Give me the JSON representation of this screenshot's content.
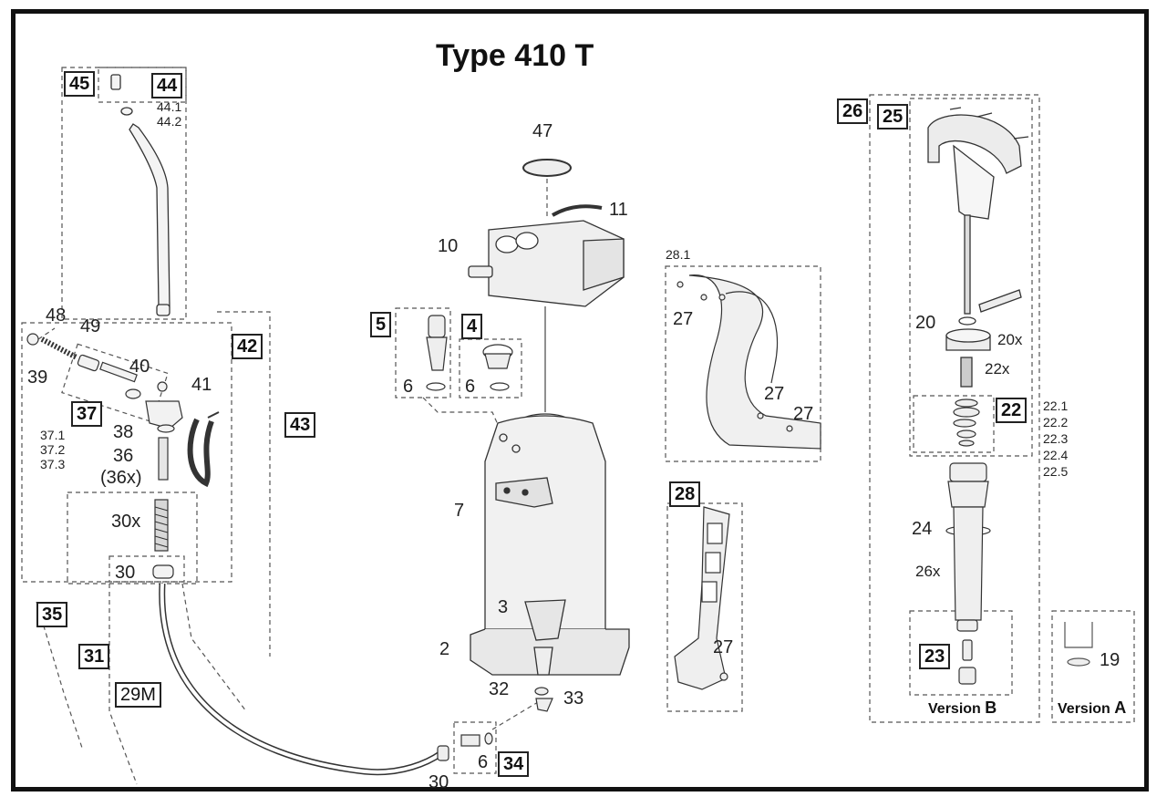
{
  "title": "Type 410 T",
  "callout_boxes": {
    "b45": "45",
    "b44": "44",
    "b42": "42",
    "b43": "43",
    "b37": "37",
    "b35": "35",
    "b31": "31",
    "b29m": "29M",
    "b5": "5",
    "b4": "4",
    "b34": "34",
    "b28": "28",
    "b26": "26",
    "b25": "25",
    "b22": "22",
    "b23": "23"
  },
  "labels": {
    "l44_1": "44.1",
    "l44_2": "44.2",
    "l48": "48",
    "l49": "49",
    "l39": "39",
    "l40": "40",
    "l41": "41",
    "l37_1": "37.1",
    "l37_2": "37.2",
    "l37_3": "37.3",
    "l38": "38",
    "l36": "36",
    "l36x": "(36x)",
    "l30x": "30x",
    "l30a": "30",
    "l47": "47",
    "l11": "11",
    "l10": "10",
    "l6a": "6",
    "l6b": "6",
    "l7": "7",
    "l3": "3",
    "l2": "2",
    "l32": "32",
    "l33": "33",
    "l6c": "6",
    "l30b": "30",
    "l28_1": "28.1",
    "l27a": "27",
    "l27b": "27",
    "l27c": "27",
    "l27d": "27",
    "l20": "20",
    "l20x": "20x",
    "l22x": "22x",
    "l22_1": "22.1",
    "l22_2": "22.2",
    "l22_3": "22.3",
    "l22_4": "22.4",
    "l22_5": "22.5",
    "l24": "24",
    "l26x": "26x",
    "l19": "19"
  },
  "versions": {
    "b_prefix": "Version ",
    "b_letter": "B",
    "a_prefix": "Version ",
    "a_letter": "A"
  }
}
